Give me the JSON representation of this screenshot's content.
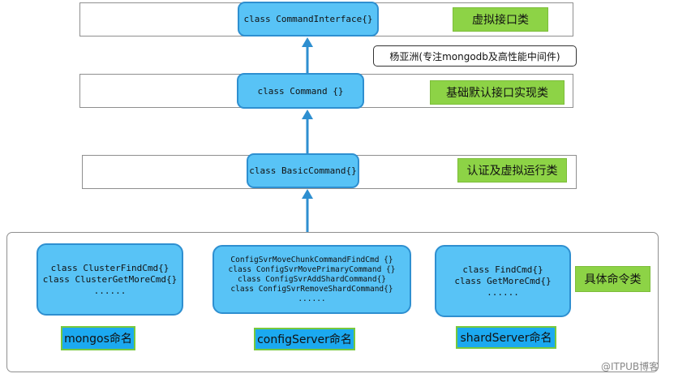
{
  "layers": {
    "interface": {
      "class_text": "class CommandInterface{}",
      "label": "虚拟接口类"
    },
    "command": {
      "class_text": "class Command {}",
      "label": "基础默认接口实现类"
    },
    "basic": {
      "class_text": "class BasicCommand{}",
      "label": "认证及虚拟运行类"
    }
  },
  "author_note": "杨亚洲(专注mongodb及高性能中间件)",
  "groups": {
    "mongos": {
      "lines": "class ClusterFindCmd{}\nclass ClusterGetMoreCmd{}\n......",
      "label": "mongos命名"
    },
    "config": {
      "lines": "ConfigSvrMoveChunkCommandFindCmd {}\nclass ConfigSvrMovePrimaryCommand {}\nclass ConfigSvrAddShardCommand{}\nclass ConfigSvrRemoveShardCommand{}\n......",
      "label": "configServer命名"
    },
    "shard": {
      "lines": "class FindCmd{}\nclass GetMoreCmd{}\n......",
      "label": "shardServer命名"
    }
  },
  "concrete_label": "具体命令类",
  "watermark": "@ITPUB博客"
}
